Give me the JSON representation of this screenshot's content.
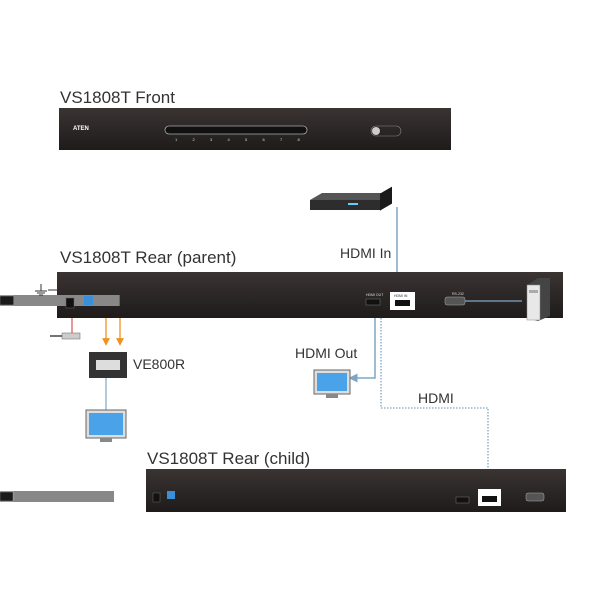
{
  "labels": {
    "front_title": "VS1808T Front",
    "parent_title": "VS1808T Rear (parent)",
    "child_title": "VS1808T Rear (child)",
    "hdmi_in": "HDMI In",
    "hdmi_out": "HDMI Out",
    "hdmi": "HDMI",
    "receiver": "VE800R"
  },
  "device": {
    "brand": "ATEN",
    "port_numbers": [
      "1",
      "2",
      "3",
      "4",
      "5",
      "6",
      "7",
      "8"
    ],
    "hdmi_out_port": "HDMI OUT",
    "hdmi_in_port": "HDMI IN",
    "rs232_port": "RS-232"
  },
  "colors": {
    "device_body": "#2a2625",
    "hdmi_line": "#7ea6c4",
    "cat_line": "#f0921e",
    "power_line": "#d9534f"
  }
}
